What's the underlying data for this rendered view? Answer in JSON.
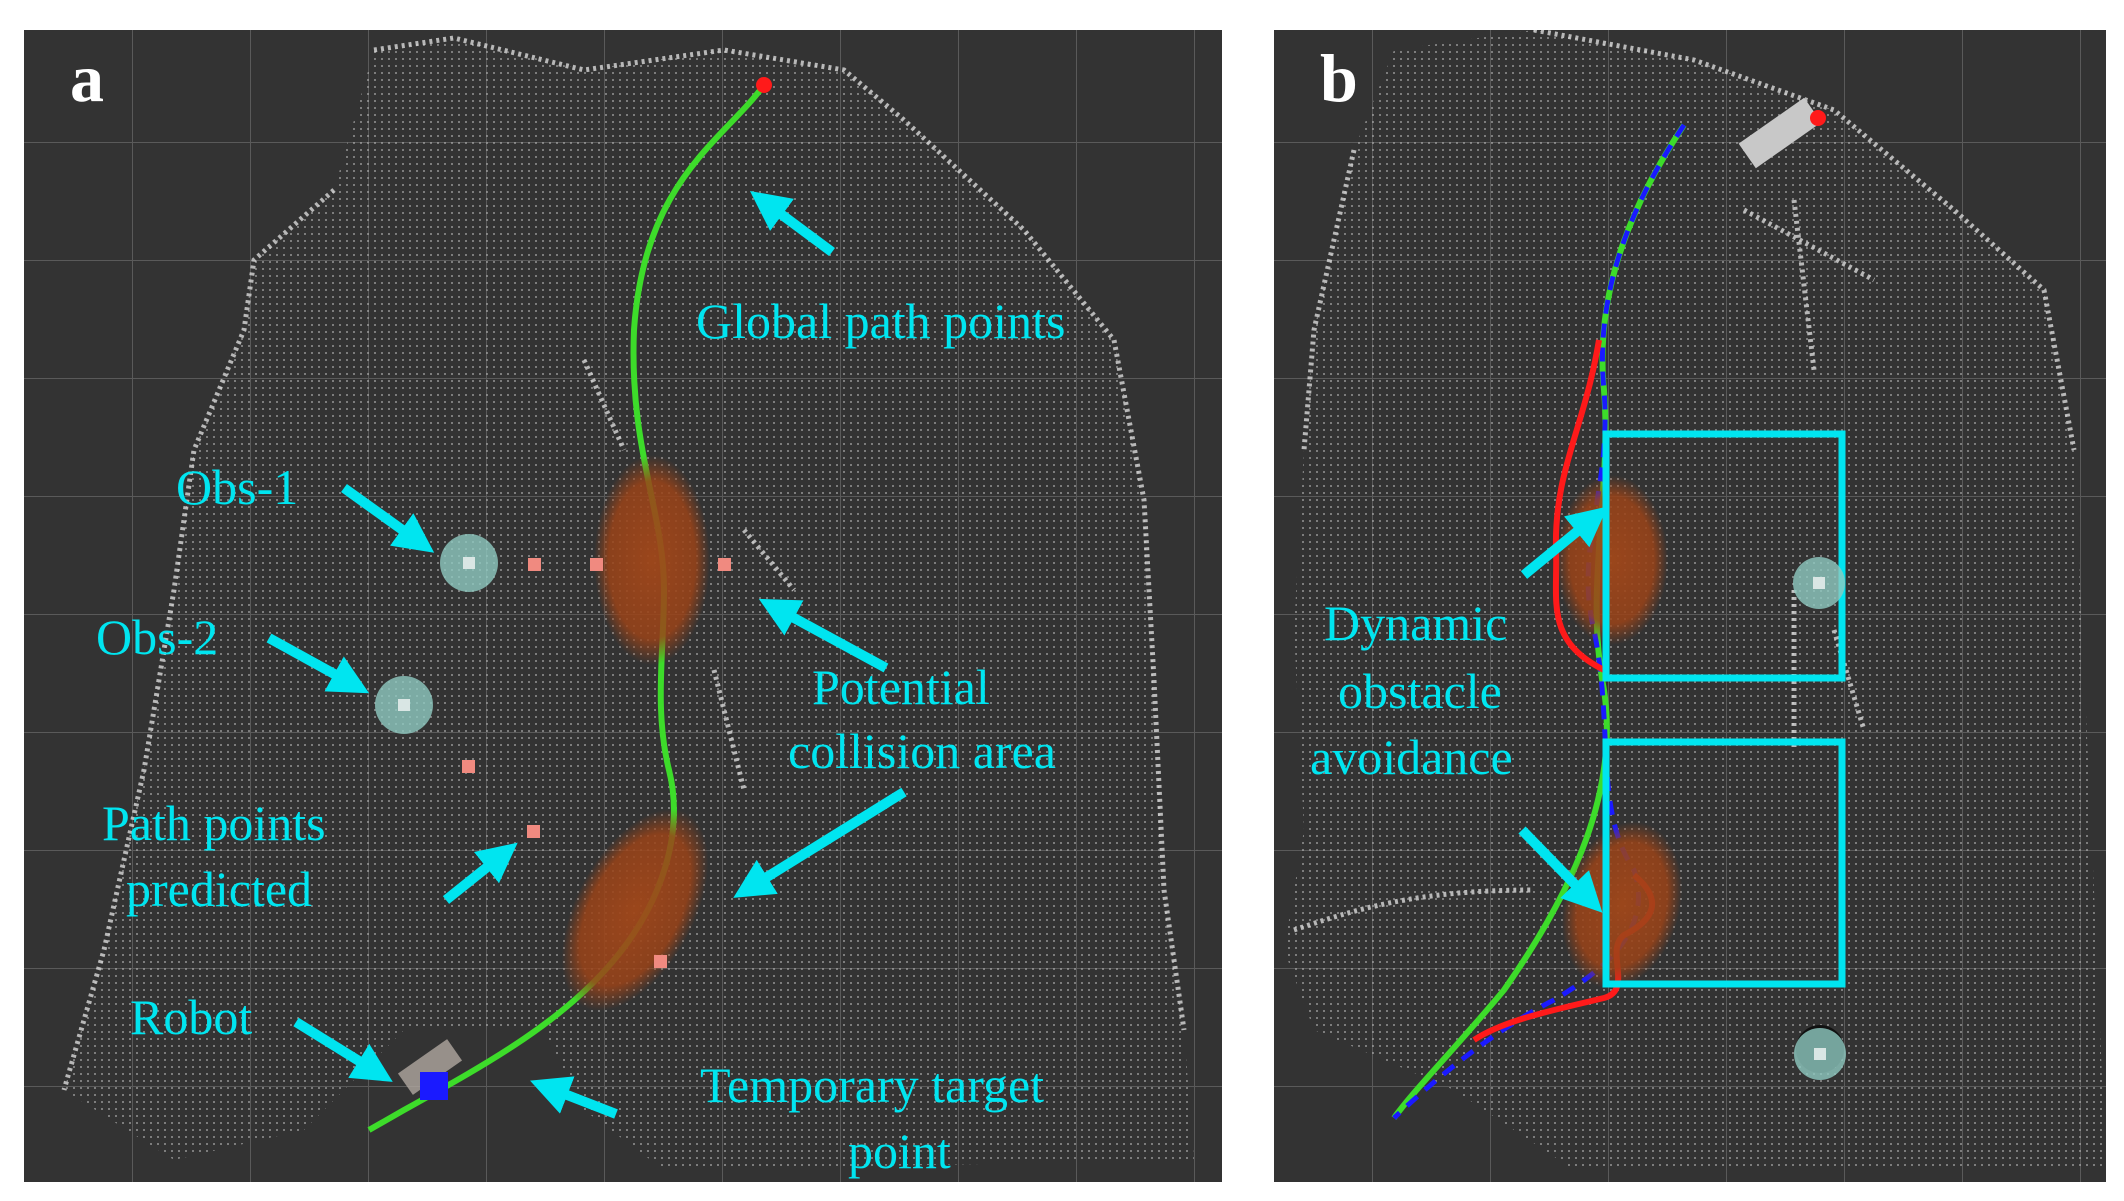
{
  "panels": [
    {
      "id": "a",
      "letter": "a",
      "labels": {
        "obs1": "Obs-1",
        "obs2": "Obs-2",
        "global_path": "Global path points",
        "potential_collision_1": "Potential",
        "potential_collision_2": "collision area",
        "predicted_1": "Path points",
        "predicted_2": "predicted",
        "robot": "Robot",
        "temp_target_1": "Temporary target",
        "temp_target_2": "point"
      }
    },
    {
      "id": "b",
      "letter": "b",
      "labels": {
        "dynamic_1": "Dynamic",
        "dynamic_2": "obstacle",
        "dynamic_3": "avoidance"
      }
    }
  ],
  "colors": {
    "background": "#333333",
    "grid": "#5a5a5a",
    "map_points": "#cfcfcf",
    "label": "#00e5f0",
    "arrow": "#00e5f0",
    "global_path": "#3ddc2a",
    "executed_path": "#1a1aff",
    "predicted_path": "#ff1a1a",
    "collision_area": "#a0471a",
    "obstacle": "#8fc9c0",
    "goal": "#ff1a1a",
    "robot": "#1a1aff",
    "predicted_point": "#f08a80"
  }
}
